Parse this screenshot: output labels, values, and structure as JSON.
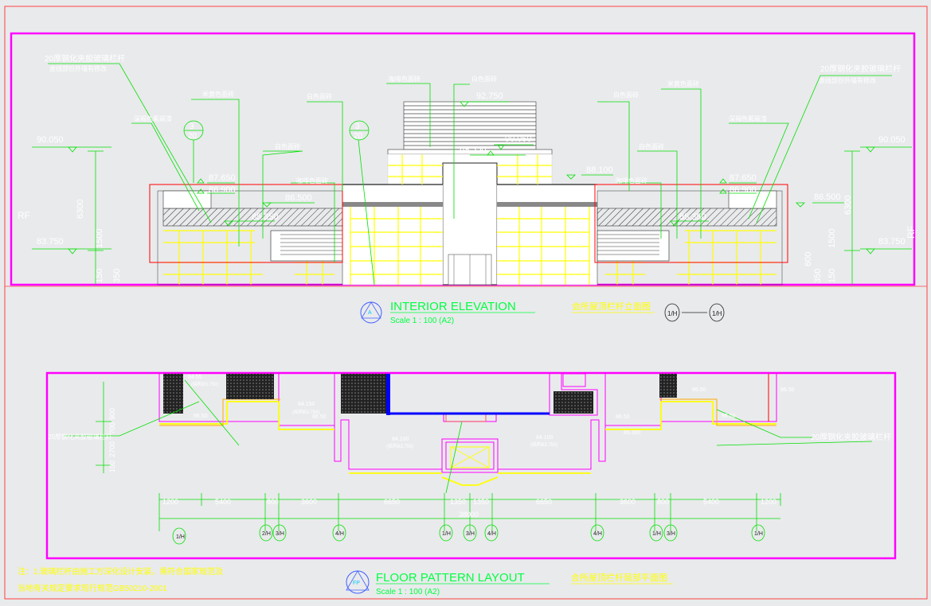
{
  "elevation": {
    "title": "INTERIOR ELEVATION",
    "title_cn": "会所屋顶栏杆立面图",
    "scale": "Scale 1 : 100 (A2)",
    "symbol_letter": "A",
    "axis_from": "1/H",
    "axis_to": "1/H",
    "rf": "RF",
    "levels": {
      "top": "92.750",
      "l90050": "90.050",
      "l90050_mid": "90.050",
      "l89350": "89.350",
      "l88100": "88.100",
      "l87650": "87.650",
      "l86900": "86.900",
      "l86500": "86.500",
      "l85350": "85.350",
      "l83750": "83.750"
    },
    "dims": {
      "d6300": "6300",
      "d1500": "1500",
      "d150": "150",
      "d350": "350",
      "d600": "600"
    },
    "section_mark": {
      "num": "3",
      "den": "20"
    },
    "labels": {
      "railing": "20厚钢化夹胶玻璃栏杆",
      "railing_sub": "虚线部份外墙有修改",
      "coffee_tile": "咖啡色面砖",
      "white_tile": "白色面砖",
      "beige_tile": "米黄色面砖",
      "deep_paint": "深褐色氟碳漆"
    }
  },
  "plan": {
    "title": "FLOOR PATTERN LAYOUT",
    "title_cn": "会所屋顶栏杆局部平面图",
    "scale": "Scale 1 : 100 (A2)",
    "symbol_letter": "FP",
    "dims": [
      "1200",
      "5400",
      "800",
      "3600",
      "6650",
      "1350",
      "1350",
      "6650",
      "3600",
      "800",
      "5400",
      "1200"
    ],
    "total": "38000",
    "axes": [
      "1/H",
      "2/H",
      "3/H",
      "4/H",
      "1/H",
      "3/H",
      "4/H",
      "4/H",
      "1/H",
      "3/H",
      "1/H"
    ],
    "levels": {
      "l8455": "84.55",
      "l86_50": "86.50",
      "l84150": "84.150",
      "l84100": "84.100",
      "l85300": "85.300",
      "sub_level": "(结构83.750)"
    },
    "left_dims": [
      "900",
      "700",
      "2700",
      "100"
    ],
    "railing": "20厚钢化夹胶玻璃栏杆"
  },
  "notes": {
    "line1": "注：1.玻璃栏杆由施工方深化设计安装，需符合国家规范及",
    "line2": "当地有关规定要求现行规范GB50210-2001"
  },
  "colors": {
    "magenta": "#ff00ff",
    "yellow": "#ffff00",
    "green": "#00e000",
    "red": "#ff0000",
    "blue": "#0000ff",
    "background": "#e9eaec"
  }
}
